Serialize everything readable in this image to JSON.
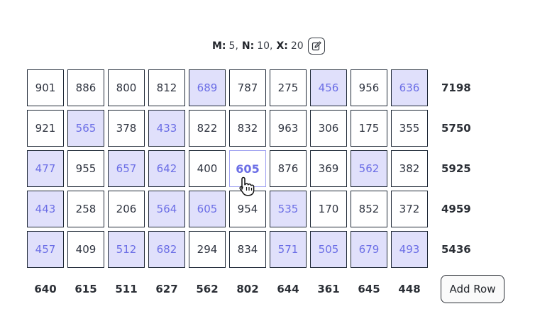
{
  "params": {
    "m_label": "M:",
    "m_value": "5,",
    "n_label": "N:",
    "n_value": "10,",
    "x_label": "X:",
    "x_value": "20",
    "edit_icon": "edit-icon"
  },
  "grid": {
    "rows": [
      {
        "cells": [
          {
            "value": "901",
            "selected": false
          },
          {
            "value": "886",
            "selected": false
          },
          {
            "value": "800",
            "selected": false
          },
          {
            "value": "812",
            "selected": false
          },
          {
            "value": "689",
            "selected": true
          },
          {
            "value": "787",
            "selected": false
          },
          {
            "value": "275",
            "selected": false
          },
          {
            "value": "456",
            "selected": true
          },
          {
            "value": "956",
            "selected": false
          },
          {
            "value": "636",
            "selected": true
          }
        ],
        "sum": "7198"
      },
      {
        "cells": [
          {
            "value": "921",
            "selected": false
          },
          {
            "value": "565",
            "selected": true
          },
          {
            "value": "378",
            "selected": false
          },
          {
            "value": "433",
            "selected": true
          },
          {
            "value": "822",
            "selected": false
          },
          {
            "value": "832",
            "selected": false
          },
          {
            "value": "963",
            "selected": false
          },
          {
            "value": "306",
            "selected": false
          },
          {
            "value": "175",
            "selected": false
          },
          {
            "value": "355",
            "selected": false
          }
        ],
        "sum": "5750"
      },
      {
        "cells": [
          {
            "value": "477",
            "selected": true
          },
          {
            "value": "955",
            "selected": false
          },
          {
            "value": "657",
            "selected": true
          },
          {
            "value": "642",
            "selected": true
          },
          {
            "value": "400",
            "selected": false
          },
          {
            "value": "605",
            "selected": false,
            "hovered": true
          },
          {
            "value": "876",
            "selected": false
          },
          {
            "value": "369",
            "selected": false
          },
          {
            "value": "562",
            "selected": true
          },
          {
            "value": "382",
            "selected": false
          }
        ],
        "sum": "5925"
      },
      {
        "cells": [
          {
            "value": "443",
            "selected": true
          },
          {
            "value": "258",
            "selected": false
          },
          {
            "value": "206",
            "selected": false
          },
          {
            "value": "564",
            "selected": true
          },
          {
            "value": "605",
            "selected": true
          },
          {
            "value": "954",
            "selected": false
          },
          {
            "value": "535",
            "selected": true
          },
          {
            "value": "170",
            "selected": false
          },
          {
            "value": "852",
            "selected": false
          },
          {
            "value": "372",
            "selected": false
          }
        ],
        "sum": "4959"
      },
      {
        "cells": [
          {
            "value": "457",
            "selected": true
          },
          {
            "value": "409",
            "selected": false
          },
          {
            "value": "512",
            "selected": true
          },
          {
            "value": "682",
            "selected": true
          },
          {
            "value": "294",
            "selected": false
          },
          {
            "value": "834",
            "selected": false
          },
          {
            "value": "571",
            "selected": true
          },
          {
            "value": "505",
            "selected": true
          },
          {
            "value": "679",
            "selected": true
          },
          {
            "value": "493",
            "selected": true
          }
        ],
        "sum": "5436"
      }
    ],
    "column_sums": [
      "640",
      "615",
      "511",
      "627",
      "562",
      "802",
      "644",
      "361",
      "645",
      "448"
    ]
  },
  "add_row_label": "Add Row",
  "colors": {
    "selected_bg": "#e0e0fb",
    "accent": "#6b6ee6",
    "border": "#1f2937"
  },
  "cursor_icon": "hand-pointer-icon"
}
